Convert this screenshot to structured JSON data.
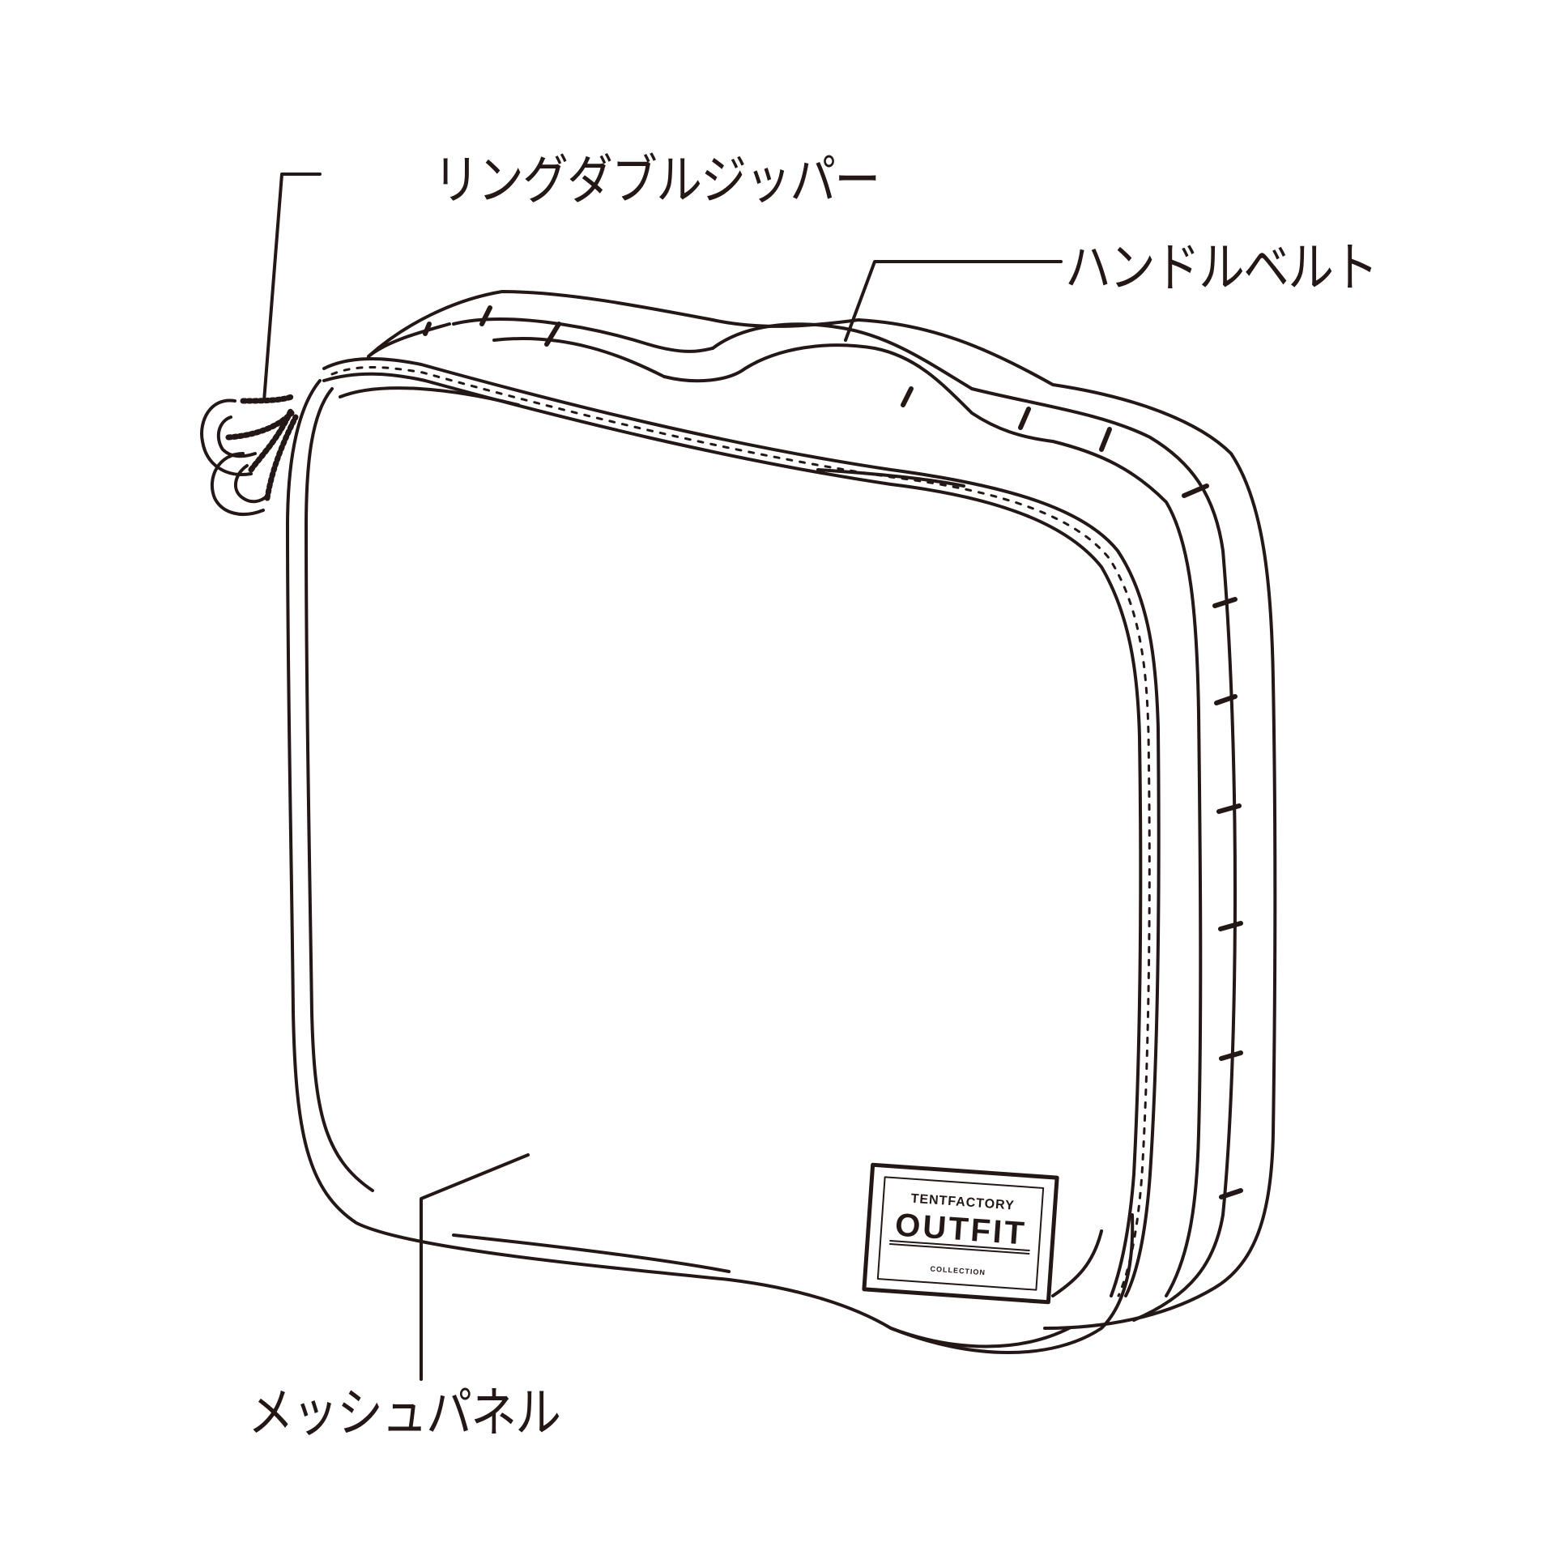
{
  "figure": {
    "type": "product-parts-diagram",
    "stroke_color": "#231815",
    "background_color": "#ffffff"
  },
  "callouts": {
    "ring_double_zipper": {
      "label": "リングダブルジッパー"
    },
    "handle_belt": {
      "label": "ハンドルベルト"
    },
    "mesh_panel": {
      "label": "メッシュパネル"
    }
  },
  "badge": {
    "brand": "TENTFACTORY",
    "title": "OUTFIT",
    "subtitle": "COLLECTION"
  }
}
